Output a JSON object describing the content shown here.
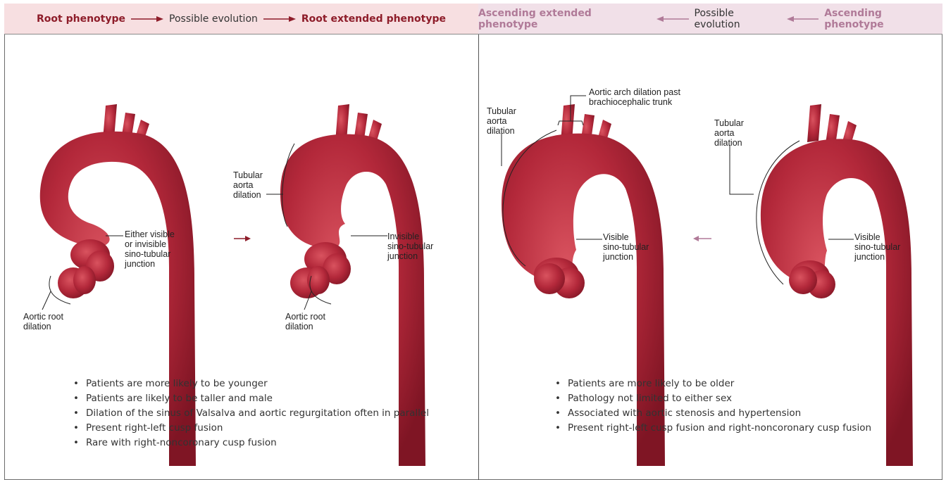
{
  "left": {
    "header": {
      "phenotype": "Root phenotype",
      "middle": "Possible evolution",
      "extended": "Root extended phenotype"
    },
    "labels": {
      "stj_either": [
        "Either visible",
        "or invisible",
        "sino-tubular",
        "junction"
      ],
      "root_dilation_1": [
        "Aortic root",
        "dilation"
      ],
      "tubular": [
        "Tubular",
        "aorta",
        "dilation"
      ],
      "stj_invisible": [
        "Invisible",
        "sino-tubular",
        "junction"
      ],
      "root_dilation_2": [
        "Aortic root",
        "dilation"
      ]
    },
    "bullets": [
      "Patients are more likely to be younger",
      "Patients are likely to be taller and male",
      "Dilation of the sinus of Valsalva and aortic regurgitation often in parallel",
      "Present right-left cusp fusion",
      "Rare with right-noncoronary cusp fusion"
    ]
  },
  "right": {
    "header": {
      "extended": "Ascending extended phenotype",
      "middle": "Possible evolution",
      "phenotype": "Ascending phenotype"
    },
    "labels": {
      "arch": [
        "Aortic arch dilation past",
        "brachiocephalic trunk"
      ],
      "tubular_1": [
        "Tubular",
        "aorta",
        "dilation"
      ],
      "stj_visible_1": [
        "Visible",
        "sino-tubular",
        "junction"
      ],
      "tubular_2": [
        "Tubular",
        "aorta",
        "dilation"
      ],
      "stj_visible_2": [
        "Visible",
        "sino-tubular",
        "junction"
      ]
    },
    "bullets": [
      "Patients are more likely to be older",
      "Pathology not limited to either sex",
      "Associated with aortic stenosis and hypertension",
      "Present right-left cusp fusion and right-noncoronary cusp fusion"
    ]
  },
  "colors": {
    "aorta": "#b3283a",
    "aorta_dark": "#8e1a2a",
    "left_accent": "#8e1d2a",
    "right_accent": "#b07a98"
  }
}
